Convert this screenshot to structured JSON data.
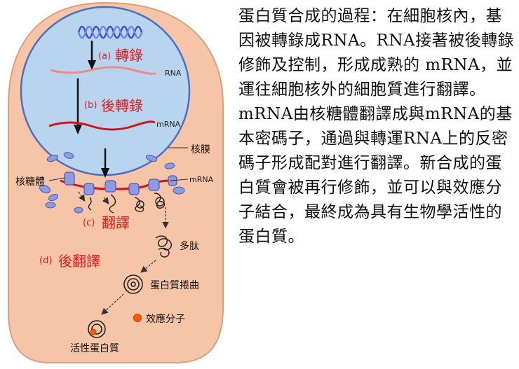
{
  "diagram": {
    "steps": {
      "a_letter": "(a)",
      "a_label": "轉錄",
      "b_letter": "(b)",
      "b_label": "後轉錄",
      "c_letter": "(c)",
      "c_label": "翻譯",
      "d_letter": "(d)",
      "d_label": "後翻譯"
    },
    "labels": {
      "rna": "RNA",
      "mrna_nucleus": "mRNA",
      "nuclear_membrane": "核膜",
      "ribosome": "核糖體",
      "mrna_cytoplasm": "mRNA",
      "polypeptide": "多肽",
      "protein_folding": "蛋白質捲曲",
      "effector_molecule": "效應分子",
      "active_protein": "活性蛋白質"
    },
    "colors": {
      "cell_fill": "#f6c4a6",
      "cell_border": "#d7a07e",
      "nucleus_fill": "#b9d4ee",
      "nucleus_border": "#4a6fc4",
      "dna": "#3b4fd4",
      "rna": "#ee8a8a",
      "mrna": "#d41414",
      "step_text": "#e02020",
      "ribosome": "#8c9ce0",
      "effector": "#ff5a00"
    }
  },
  "explanation": {
    "paragraph1": "蛋白質合成的過程：在細胞核內，基因被轉錄成RNA。RNA接著被後轉錄修飾及控制，形成成熟的 mRNA，並運往細胞核外的細胞質進行翻譯。",
    "paragraph2": "mRNA由核糖體翻譯成與mRNA的基本密碼子，通過與轉運RNA上的反密碼子形成配對進行翻譯。新合成的蛋白質會被再行修飾，並可以與效應分子結合，最終成為具有生物學活性的蛋白質。"
  }
}
